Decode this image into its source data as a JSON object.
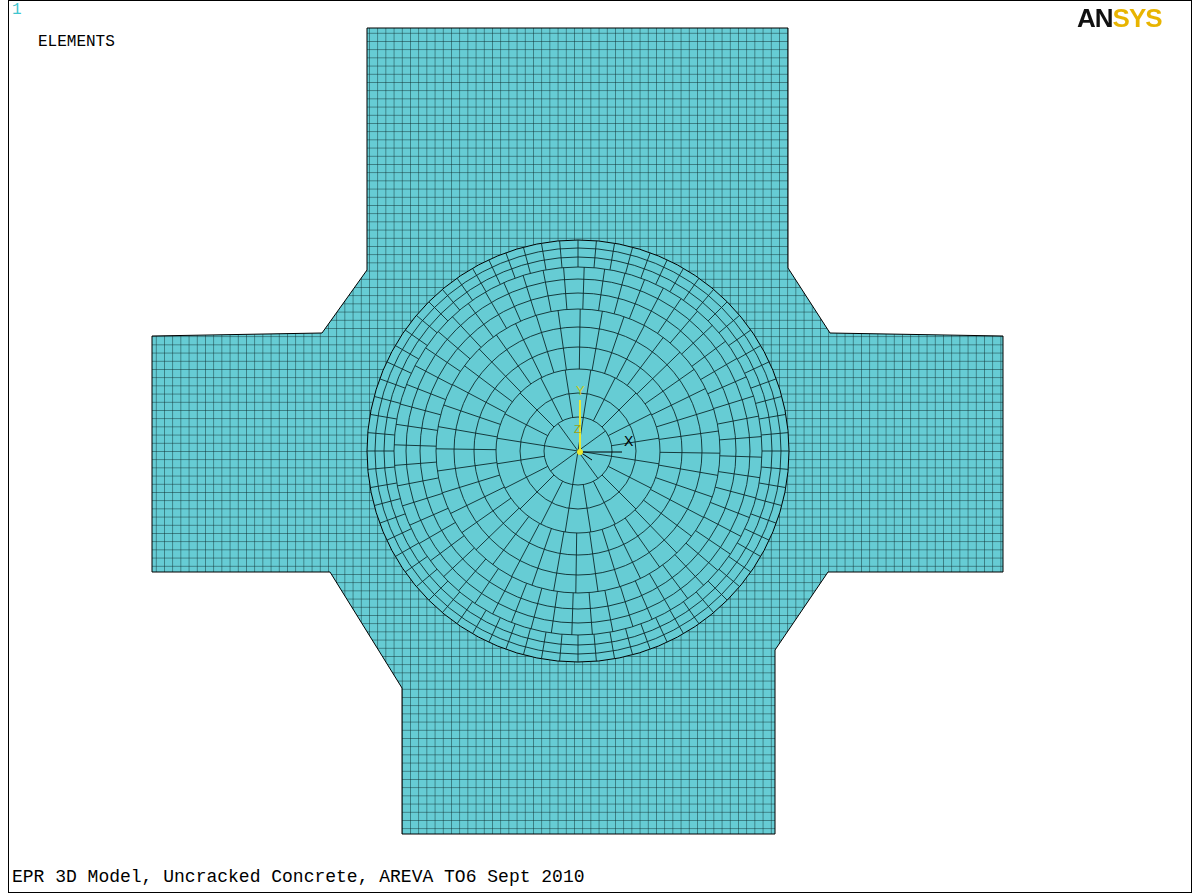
{
  "diagram": {
    "caption": "EPR 3D Model, Uncracked Concrete, AREVA TO6 Sept 2010",
    "labels": [
      "1",
      "ELEMENTS",
      "ANSYS",
      "Y",
      "Z",
      "X"
    ]
  }
}
